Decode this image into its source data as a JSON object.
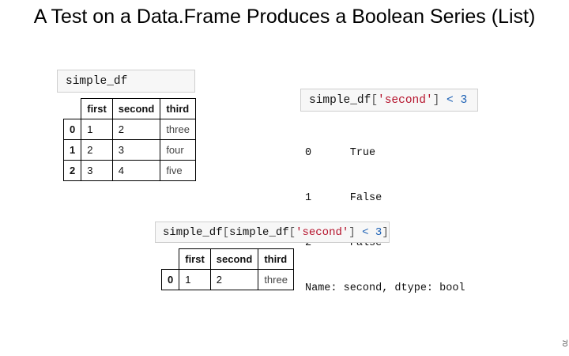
{
  "slide": {
    "title": "A Test on a Data.Frame Produces a Boolean Series (List)",
    "number": "70"
  },
  "code_boxes": {
    "simple_df": {
      "full_text": "simple_df",
      "tokens": [
        {
          "text": "simple_df",
          "kind": "name"
        }
      ]
    },
    "bool_test": {
      "full_text": "simple_df['second'] < 3",
      "tokens": [
        {
          "text": "simple_df",
          "kind": "name"
        },
        {
          "text": "[",
          "kind": "brk"
        },
        {
          "text": "'second'",
          "kind": "str"
        },
        {
          "text": "]",
          "kind": "brk"
        },
        {
          "text": " < ",
          "kind": "op"
        },
        {
          "text": "3",
          "kind": "num"
        }
      ]
    },
    "filtered": {
      "full_text": "simple_df[simple_df['second'] < 3]",
      "tokens": [
        {
          "text": "simple_df",
          "kind": "name"
        },
        {
          "text": "[",
          "kind": "brk"
        },
        {
          "text": "simple_df",
          "kind": "name"
        },
        {
          "text": "[",
          "kind": "brk"
        },
        {
          "text": "'second'",
          "kind": "str"
        },
        {
          "text": "]",
          "kind": "brk"
        },
        {
          "text": " < ",
          "kind": "op"
        },
        {
          "text": "3",
          "kind": "num"
        },
        {
          "text": "]",
          "kind": "brk"
        }
      ]
    }
  },
  "tables": {
    "simple_df": {
      "columns": [
        "first",
        "second",
        "third"
      ],
      "index": [
        "0",
        "1",
        "2"
      ],
      "rows": [
        [
          "1",
          "2",
          "three"
        ],
        [
          "2",
          "3",
          "four"
        ],
        [
          "3",
          "4",
          "five"
        ]
      ]
    },
    "filtered_df": {
      "columns": [
        "first",
        "second",
        "third"
      ],
      "index": [
        "0"
      ],
      "rows": [
        [
          "1",
          "2",
          "three"
        ]
      ]
    }
  },
  "series_output": {
    "lines": [
      {
        "index": "0",
        "value": "True"
      },
      {
        "index": "1",
        "value": "False"
      },
      {
        "index": "2",
        "value": "False"
      }
    ],
    "footer": "Name: second, dtype: bool"
  }
}
